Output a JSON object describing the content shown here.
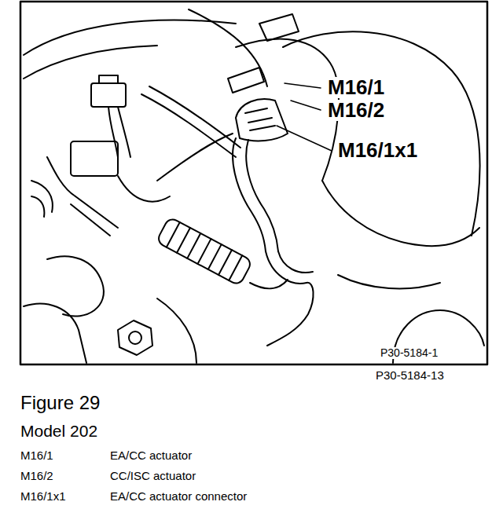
{
  "diagram": {
    "labels": [
      "M16/1",
      "M16/2",
      "M16/1x1",
      "P30-5184-1",
      "P30-5184-13",
      "Figure 29",
      "Model 202",
      "M16/1",
      "EA/CC actuator",
      "M16/2",
      "CC/ISC actuator",
      "M16/1x1",
      "EA/CC actuator connector"
    ]
  }
}
